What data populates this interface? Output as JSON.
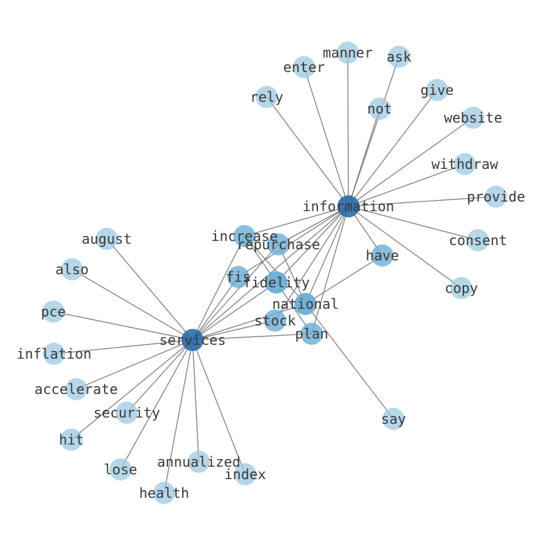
{
  "palette": {
    "edge": "#7f7f7f",
    "node_light": "#9ecae1",
    "node_mid": "#6baed6",
    "node_dark": "#2c6aa8",
    "label": "#3a3a3a"
  },
  "nodes": [
    {
      "id": "information",
      "label": "information",
      "tier": 3
    },
    {
      "id": "services",
      "label": "services",
      "tier": 3
    },
    {
      "id": "national",
      "label": "national",
      "tier": 2
    },
    {
      "id": "fidelity",
      "label": "fidelity",
      "tier": 2
    },
    {
      "id": "increase",
      "label": "increase",
      "tier": 1
    },
    {
      "id": "repurchase",
      "label": "repurchase",
      "tier": 1
    },
    {
      "id": "fis",
      "label": "fis",
      "tier": 1
    },
    {
      "id": "stock",
      "label": "stock",
      "tier": 1
    },
    {
      "id": "plan",
      "label": "plan",
      "tier": 1
    },
    {
      "id": "have",
      "label": "have",
      "tier": 1
    },
    {
      "id": "manner",
      "label": "manner",
      "tier": 0
    },
    {
      "id": "ask",
      "label": "ask",
      "tier": 0
    },
    {
      "id": "enter",
      "label": "enter",
      "tier": 0
    },
    {
      "id": "give",
      "label": "give",
      "tier": 0
    },
    {
      "id": "rely",
      "label": "rely",
      "tier": 0
    },
    {
      "id": "not",
      "label": "not",
      "tier": 0
    },
    {
      "id": "website",
      "label": "website",
      "tier": 0
    },
    {
      "id": "withdraw",
      "label": "withdraw",
      "tier": 0
    },
    {
      "id": "provide",
      "label": "provide",
      "tier": 0
    },
    {
      "id": "consent",
      "label": "consent",
      "tier": 0
    },
    {
      "id": "copy",
      "label": "copy",
      "tier": 0
    },
    {
      "id": "say",
      "label": "say",
      "tier": 0
    },
    {
      "id": "august",
      "label": "august",
      "tier": 0
    },
    {
      "id": "also",
      "label": "also",
      "tier": 0
    },
    {
      "id": "pce",
      "label": "pce",
      "tier": 0
    },
    {
      "id": "inflation",
      "label": "inflation",
      "tier": 0
    },
    {
      "id": "accelerate",
      "label": "accelerate",
      "tier": 0
    },
    {
      "id": "security",
      "label": "security",
      "tier": 0
    },
    {
      "id": "hit",
      "label": "hit",
      "tier": 0
    },
    {
      "id": "lose",
      "label": "lose",
      "tier": 0
    },
    {
      "id": "annualized",
      "label": "annualized",
      "tier": 0
    },
    {
      "id": "index",
      "label": "index",
      "tier": 0
    },
    {
      "id": "health",
      "label": "health",
      "tier": 0
    }
  ],
  "edges": [
    [
      "information",
      "manner"
    ],
    [
      "information",
      "ask"
    ],
    [
      "information",
      "enter"
    ],
    [
      "information",
      "give"
    ],
    [
      "information",
      "rely"
    ],
    [
      "information",
      "not"
    ],
    [
      "information",
      "website"
    ],
    [
      "information",
      "withdraw"
    ],
    [
      "information",
      "provide"
    ],
    [
      "information",
      "consent"
    ],
    [
      "information",
      "copy"
    ],
    [
      "information",
      "have"
    ],
    [
      "information",
      "increase"
    ],
    [
      "information",
      "repurchase"
    ],
    [
      "information",
      "fis"
    ],
    [
      "information",
      "fidelity"
    ],
    [
      "information",
      "national"
    ],
    [
      "information",
      "stock"
    ],
    [
      "information",
      "plan"
    ],
    [
      "information",
      "services"
    ],
    [
      "services",
      "august"
    ],
    [
      "services",
      "also"
    ],
    [
      "services",
      "pce"
    ],
    [
      "services",
      "inflation"
    ],
    [
      "services",
      "accelerate"
    ],
    [
      "services",
      "security"
    ],
    [
      "services",
      "hit"
    ],
    [
      "services",
      "lose"
    ],
    [
      "services",
      "health"
    ],
    [
      "services",
      "annualized"
    ],
    [
      "services",
      "index"
    ],
    [
      "services",
      "increase"
    ],
    [
      "services",
      "repurchase"
    ],
    [
      "services",
      "fis"
    ],
    [
      "services",
      "fidelity"
    ],
    [
      "services",
      "national"
    ],
    [
      "services",
      "stock"
    ],
    [
      "services",
      "plan"
    ],
    [
      "national",
      "have"
    ],
    [
      "national",
      "say"
    ],
    [
      "national",
      "increase"
    ],
    [
      "national",
      "repurchase"
    ],
    [
      "fidelity",
      "increase"
    ],
    [
      "fidelity",
      "plan"
    ]
  ]
}
